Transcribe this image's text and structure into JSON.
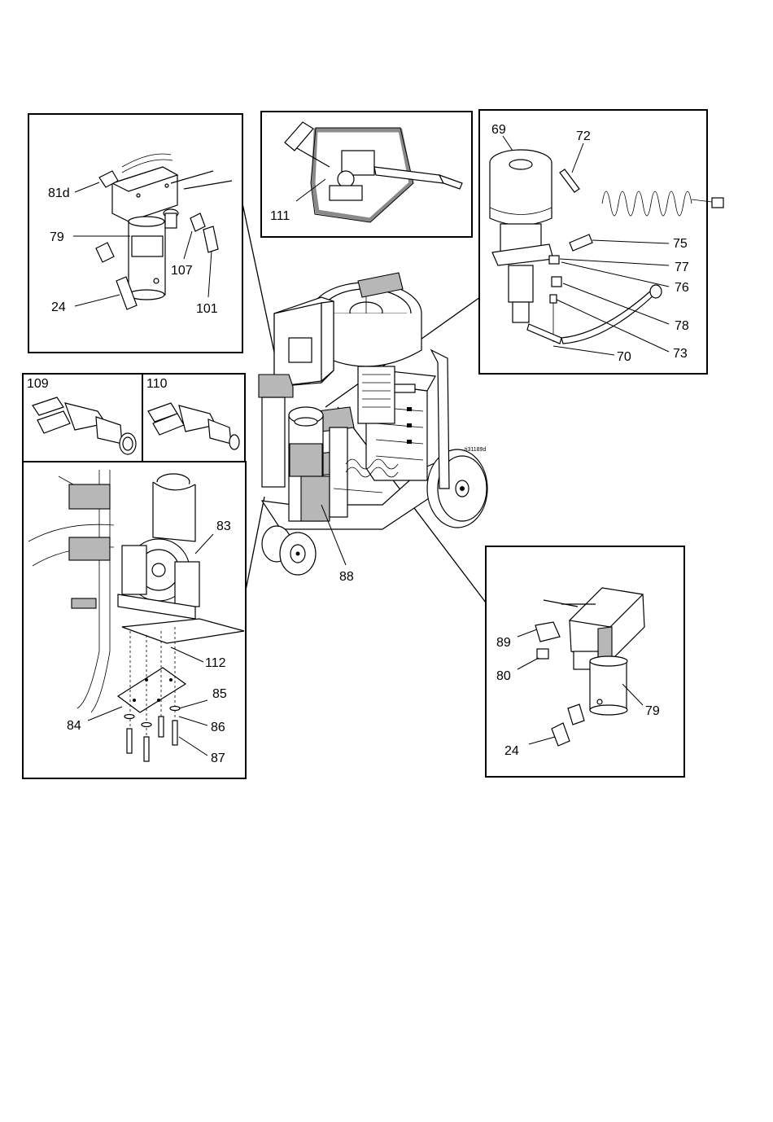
{
  "figure_ref": "ti31189d",
  "callouts": {
    "p81d": "81d",
    "p79a": "79",
    "p24a": "24",
    "p107": "107",
    "p101": "101",
    "p111": "111",
    "p69": "69",
    "p72": "72",
    "p75": "75",
    "p77": "77",
    "p76": "76",
    "p78": "78",
    "p73": "73",
    "p70": "70",
    "p109": "109",
    "p110": "110",
    "p83": "83",
    "p112": "112",
    "p85": "85",
    "p84": "84",
    "p86": "86",
    "p87": "87",
    "p88": "88",
    "p89": "89",
    "p80": "80",
    "p79b": "79",
    "p24b": "24"
  }
}
